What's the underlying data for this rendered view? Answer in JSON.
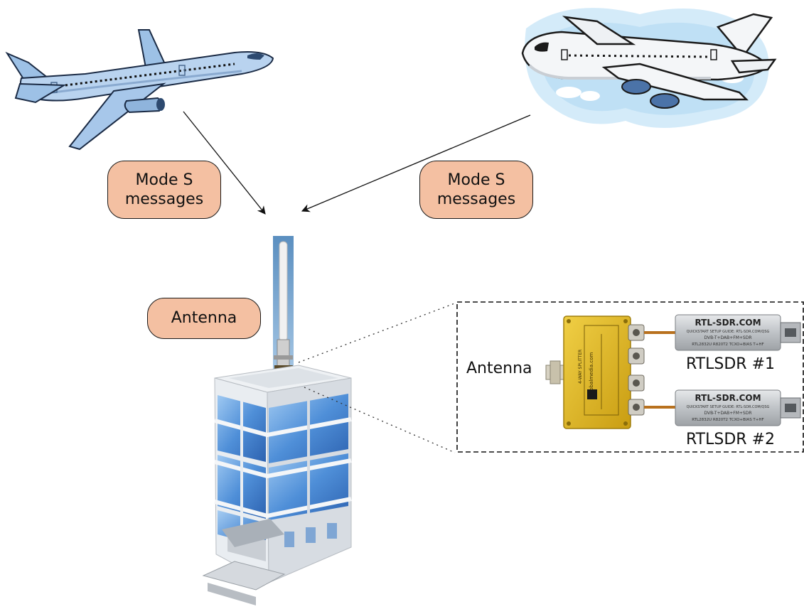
{
  "labels": {
    "mode_s_left_line1": "Mode S",
    "mode_s_left_line2": "messages",
    "mode_s_right_line1": "Mode S",
    "mode_s_right_line2": "messages",
    "antenna_pill": "Antenna",
    "antenna_input": "Antenna",
    "rtlsdr_1": "RTLSDR #1",
    "rtlsdr_2": "RTLSDR #2"
  },
  "dongle": {
    "brand": "RTL-SDR.COM",
    "line_a": "QUICKSTART SETUP GUIDE: RTL-SDR.COM/QSG",
    "line_b": "DVB-T+DAB+FM+SDR",
    "line_c": "RTL2832U R820T2 TCXO+BIAS T+HF"
  },
  "splitter": {
    "brand": "globalmedia.com",
    "model": "4-WAY SPLITTER"
  },
  "colors": {
    "pill_fill": "#f4c0a2",
    "splitter_gold": "#e2bb2a",
    "dongle_silver": "#c9ccd0",
    "glass_blue": "#4f8fd8",
    "sky_blue": "#c9e6f7"
  }
}
